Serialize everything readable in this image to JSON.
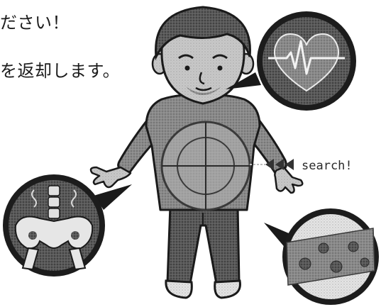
{
  "caption": {
    "line1": "ださい！",
    "line2": "を返却します。"
  },
  "search_label": "search!"
}
